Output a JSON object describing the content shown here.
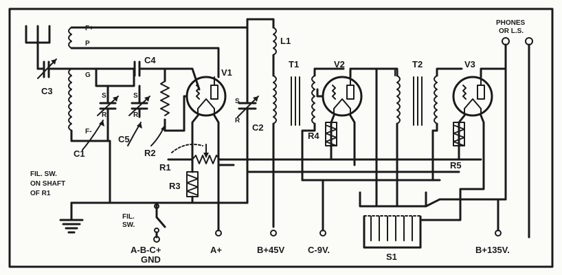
{
  "labels": {
    "c3": "C3",
    "c4": "C4",
    "c1": "C1",
    "c5": "C5",
    "c2": "C2",
    "r1": "R1",
    "r2": "R2",
    "r3": "R3",
    "r4": "R4",
    "r5": "R5",
    "v1": "V1",
    "v2": "V2",
    "v3": "V3",
    "l1": "L1",
    "t1": "T1",
    "t2": "T2",
    "s1": "S1",
    "fplus": "F+",
    "p": "P",
    "g": "G",
    "fminus": "F-",
    "s_c1": "S",
    "r_c1": "R",
    "s_c5": "S",
    "r_c5": "R",
    "s_c2": "S",
    "r_c2": "R",
    "phones_1": "PHONES",
    "phones_2": "OR L.S.",
    "filsw_note_1": "FIL. SW.",
    "filsw_note_2": "ON SHAFT",
    "filsw_note_3": "OF R1",
    "filsw_1": "FIL.",
    "filsw_2": "SW."
  },
  "terminals": {
    "abc_1": "A-B-C+",
    "abc_2": "GND",
    "a_plus": "A+",
    "b45": "B+45V",
    "c9": "C-9V.",
    "b135": "B+135V."
  }
}
